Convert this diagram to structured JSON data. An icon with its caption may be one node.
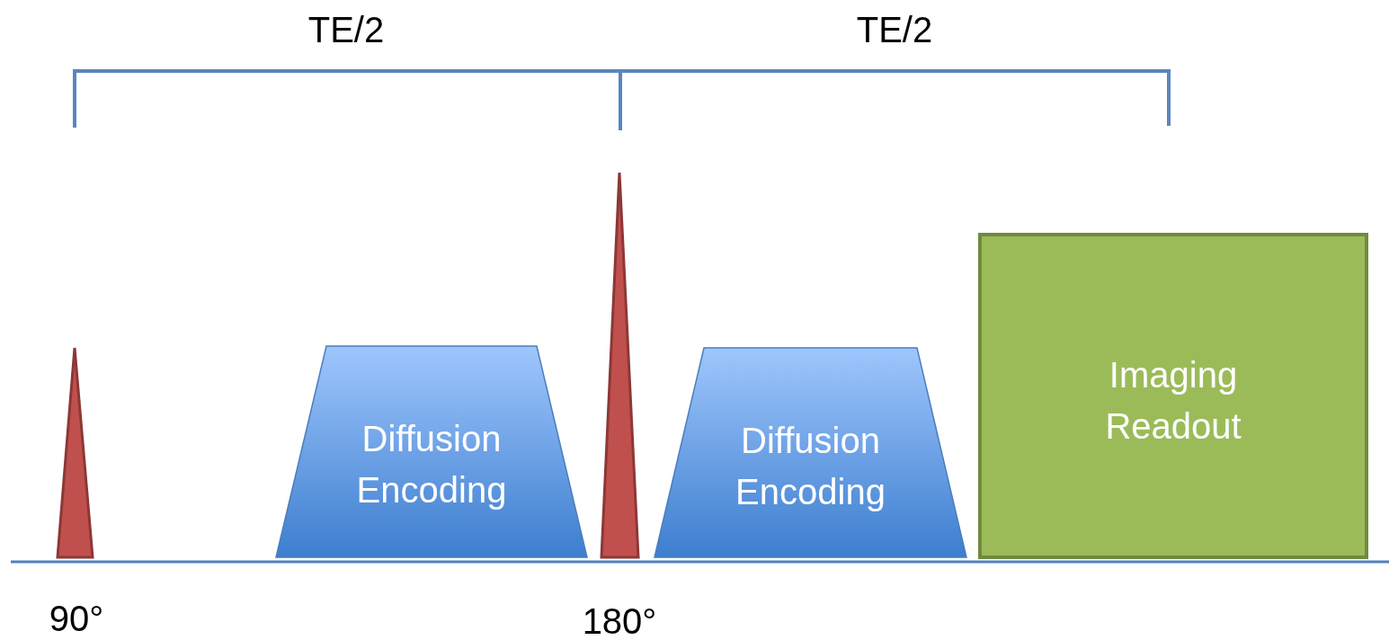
{
  "diagram": {
    "nodes": [
      {
        "text": [
          "Diffusion Encoding"
        ]
      },
      {
        "text": [
          "Diffusion Encoding"
        ]
      },
      {
        "text": [
          "Imaging Readout"
        ]
      }
    ],
    "labels": [
      "TE/2",
      "TE/2",
      "90°",
      "180°"
    ]
  }
}
